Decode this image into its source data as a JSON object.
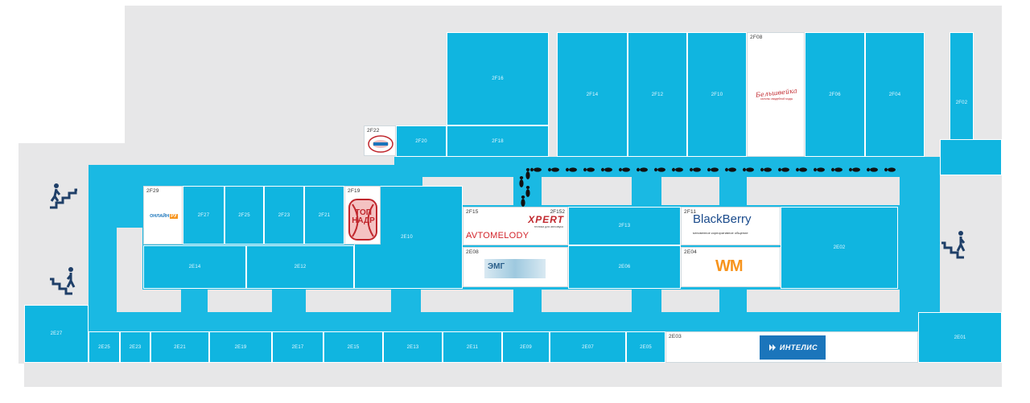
{
  "colors": {
    "shop": "#10b5e0",
    "corridor": "#1ab9e3",
    "floor": "#e7e7e8",
    "stairs": "#1f3f68",
    "footprint": "#111111"
  },
  "units": {
    "F16": "2F16",
    "F14": "2F14",
    "F12": "2F12",
    "F10": "2F10",
    "F08": "2F08",
    "F06": "2F06",
    "F04": "2F04",
    "F02": "2F02",
    "F22": "2F22",
    "F20": "2F20",
    "F18": "2F18",
    "F29": "2F29",
    "F27": "2F27",
    "F25": "2F25",
    "F23": "2F23",
    "F21": "2F21",
    "F19": "2F19",
    "E10": "2E10",
    "F15": "2F15",
    "F152": "2F152",
    "F13": "2F13",
    "F11": "2F11",
    "E02": "2E02",
    "E14": "2E14",
    "E12": "2E12",
    "E08": "2E08",
    "E06": "2E06",
    "E04": "2E04",
    "E27": "2E27",
    "E25": "2E25",
    "E23": "2E23",
    "E21": "2E21",
    "E19": "2E19",
    "E17": "2E17",
    "E15": "2E15",
    "E13": "2E13",
    "E11": "2E11",
    "E09": "2E09",
    "E07": "2E07",
    "E05": "2E05",
    "E03": "2E03",
    "E01": "2E01"
  },
  "logos": {
    "xpert": "XPERT",
    "xpert_sub": "техника для автозвука",
    "avtomelody": "AVTOMELODY",
    "blackberry": "BlackBerry",
    "blackberry_sub": "мгновенное корпоративное общение",
    "topnadr_line1": "ТОП",
    "topnadr_line2": "НАДР",
    "online_1": "ОНЛАЙН",
    "online_2": "РУ",
    "intelis": "ИНТЕЛИС",
    "belshweika_1": "Бельшвейка",
    "belshweika_2": "салоны свадебной моды",
    "wm": "WM",
    "zm": "ЭМГ"
  },
  "icons": {
    "stairs": "stairs-icon",
    "footsteps": "footprints-icon"
  }
}
